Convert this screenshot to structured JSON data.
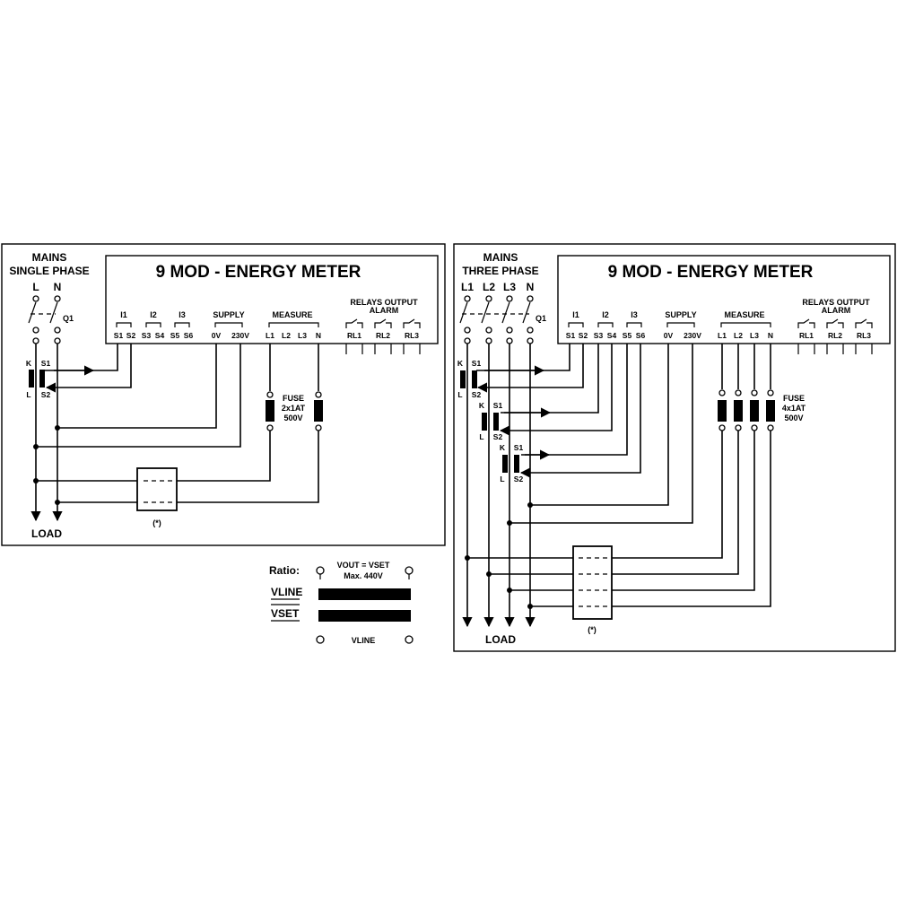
{
  "left": {
    "mains": [
      "MAINS",
      "SINGLE PHASE"
    ],
    "phases": [
      "L",
      "N"
    ],
    "breaker": "Q1",
    "ct": {
      "k": "K",
      "l": "L",
      "s1": "S1",
      "s2": "S2"
    },
    "meter_title": "9 MOD - ENERGY METER",
    "relays_title": [
      "RELAYS OUTPUT",
      "ALARM"
    ],
    "groups": [
      "I1",
      "I2",
      "I3",
      "SUPPLY",
      "MEASURE"
    ],
    "terminals": [
      "S1",
      "S2",
      "S3",
      "S4",
      "S5",
      "S6",
      "0V",
      "230V",
      "L1",
      "L2",
      "L3",
      "N",
      "RL1",
      "RL2",
      "RL3"
    ],
    "fuse": [
      "FUSE",
      "2x1AT",
      "500V"
    ],
    "aux": "(*)",
    "load": "LOAD"
  },
  "right": {
    "mains": [
      "MAINS",
      "THREE PHASE"
    ],
    "phases": [
      "L1",
      "L2",
      "L3",
      "N"
    ],
    "breaker": "Q1",
    "ct": {
      "k": "K",
      "l": "L",
      "s1": "S1",
      "s2": "S2"
    },
    "meter_title": "9 MOD - ENERGY METER",
    "relays_title": [
      "RELAYS OUTPUT",
      "ALARM"
    ],
    "groups": [
      "I1",
      "I2",
      "I3",
      "SUPPLY",
      "MEASURE"
    ],
    "terminals": [
      "S1",
      "S2",
      "S3",
      "S4",
      "S5",
      "S6",
      "0V",
      "230V",
      "L1",
      "L2",
      "L3",
      "N",
      "RL1",
      "RL2",
      "RL3"
    ],
    "fuse": [
      "FUSE",
      "4x1AT",
      "500V"
    ],
    "aux": "(*)",
    "load": "LOAD"
  },
  "ratio": {
    "label": "Ratio:",
    "numerator": "VLINE",
    "denominator": "VSET",
    "formula": "VOUT = VSET",
    "max": "Max. 440V",
    "bottom": "VLINE"
  }
}
